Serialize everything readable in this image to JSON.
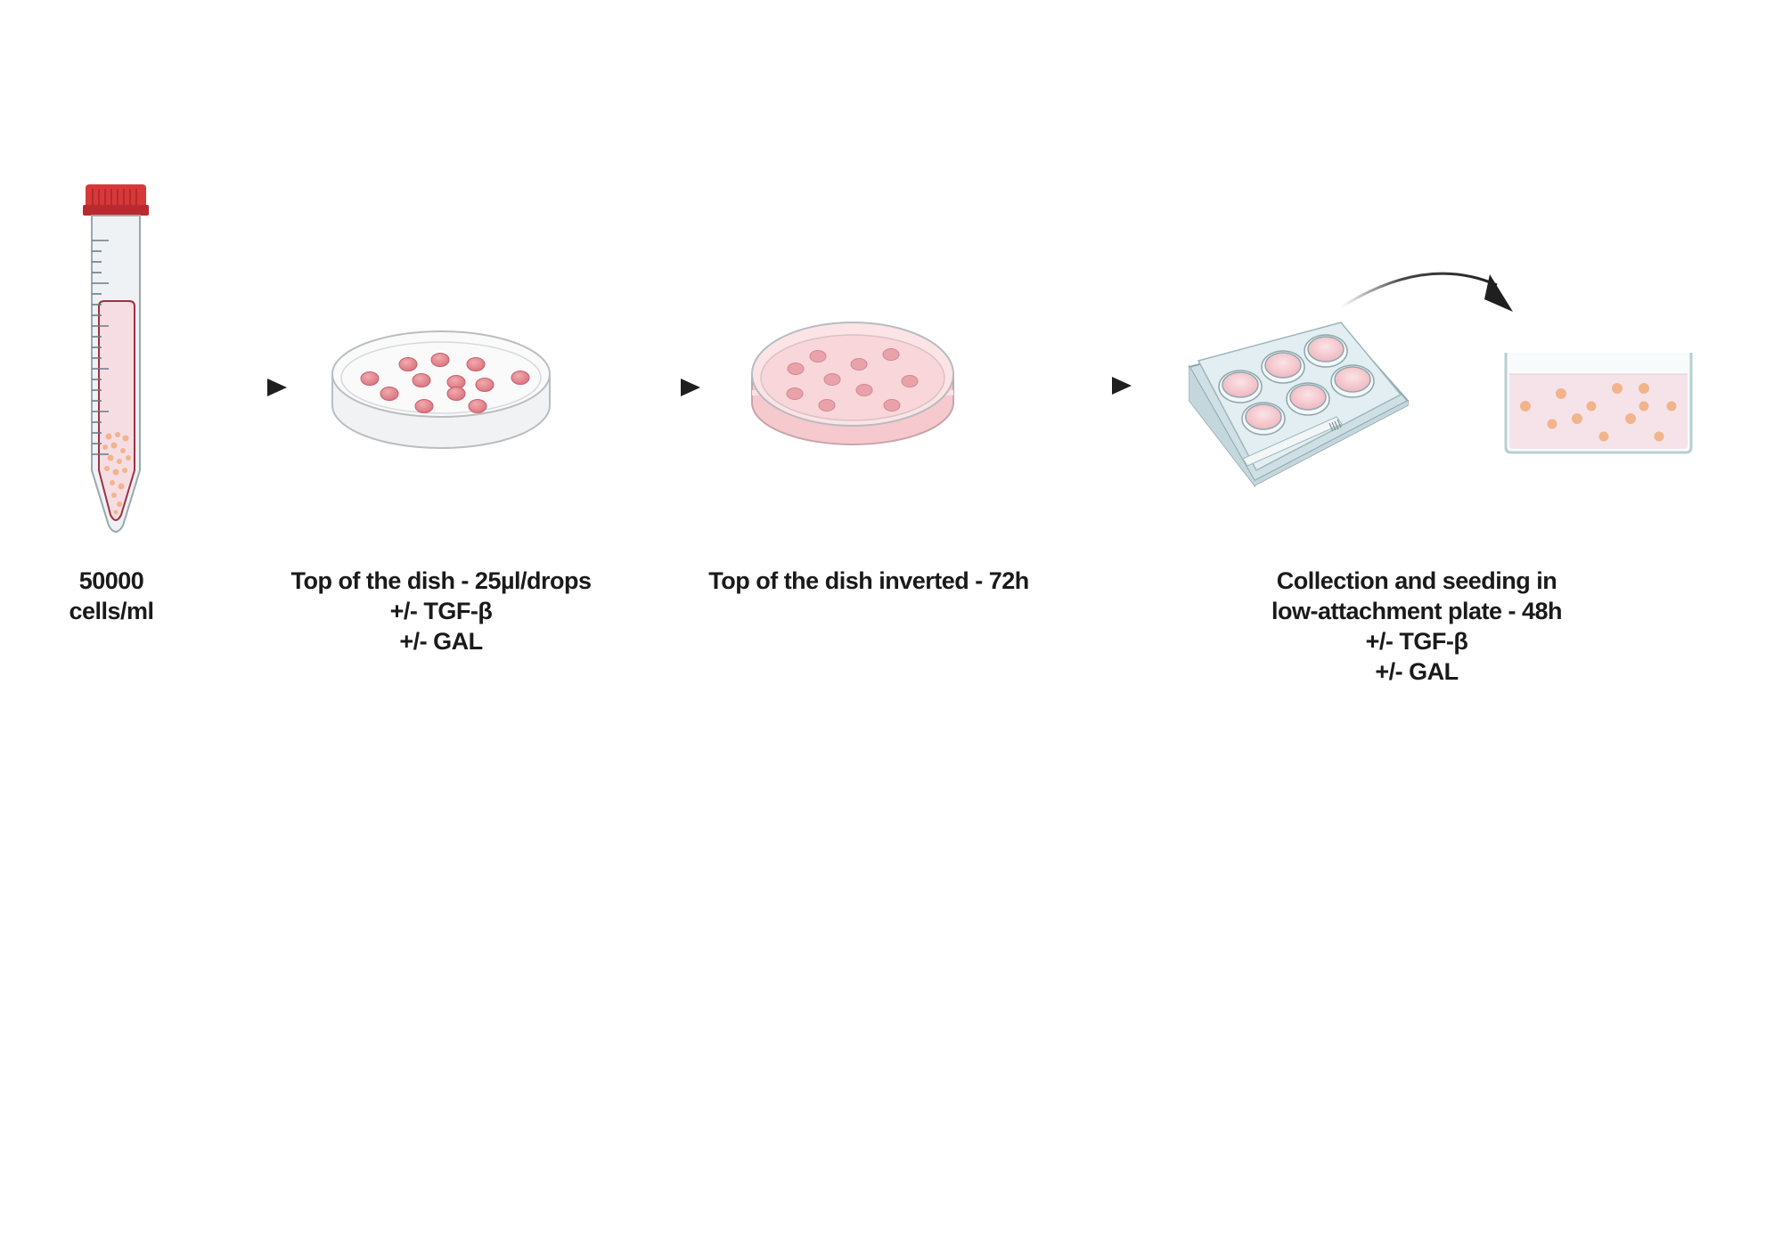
{
  "steps": {
    "tube": {
      "line1": "50000",
      "line2": "cells/ml"
    },
    "hanging_drops": {
      "line1": "Top of the dish - 25µl/drops",
      "line2": "+/- TGF-β",
      "line3": "+/- GAL"
    },
    "inverted": {
      "line1": "Top of the dish inverted - 72h"
    },
    "collection": {
      "line1": "Collection and seeding in",
      "line2": "low-attachment plate - 48h",
      "line3": "+/- TGF-β",
      "line4": "+/- GAL"
    }
  },
  "colors": {
    "cap_red": "#d8383a",
    "liquid_pink": "#f6dde4",
    "drop_pink": "#e58a93",
    "cell_orange": "#f2b48a",
    "arrow": "#1f1f1f",
    "plate_blue": "#d7e6ea"
  },
  "icons": [
    "falcon-tube-icon",
    "petri-dish-icon",
    "inverted-petri-dish-icon",
    "six-well-plate-icon",
    "low-attachment-well-icon",
    "arrow-icon"
  ]
}
